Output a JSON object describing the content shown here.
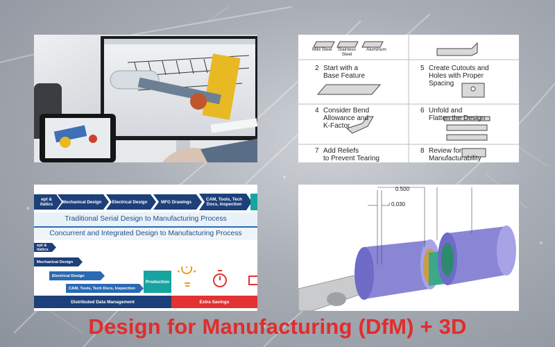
{
  "title": "Design for Manufacturing (DfM) + 3D",
  "dfm_steps": {
    "materials": [
      "Mild Steel",
      "Stainless Steel",
      "Aluminum"
    ],
    "steps": [
      {
        "num": "2",
        "line1": "Start with a",
        "line2": "Base Feature"
      },
      {
        "num": "5",
        "line1": "Create Cutouts and",
        "line2": "Holes with Proper",
        "line3": "Spacing"
      },
      {
        "num": "4",
        "line1": "Consider Bend",
        "line2": "Allowance and",
        "line3": "K-Factor"
      },
      {
        "num": "6",
        "line1": "Unfold and",
        "line2": "Flatten the Design"
      },
      {
        "num": "7",
        "line1": "Add Reliefs",
        "line2": "to Prevent Tearing"
      },
      {
        "num": "8",
        "line1": "Review for",
        "line2": "Manufacturability"
      }
    ]
  },
  "process": {
    "serial_stages": [
      "ept & itatics",
      "Mechanical Design",
      "Electrical Design",
      "MFG Drawings",
      "CAM, Tools, Tech Docs, Inspection"
    ],
    "serial_title": "Traditional Serial Design to Manufacturing Process",
    "concurrent_title": "Concurrent and Integrated Design to Manufacturing Process",
    "concurrent_stages": [
      "ept & itatics",
      "Mechanical Design",
      "Electrical Design",
      "CAM, Tools, Tech Docs, Inspection"
    ],
    "production_label": "Production",
    "distributed_label": "Distributed Data Management",
    "savings_label": "Extra Savings",
    "colors": {
      "navy": "#1d3f7a",
      "blue": "#2b6ab3",
      "teal": "#17a3a0",
      "red": "#e23232",
      "orange": "#f39a1f"
    }
  },
  "cad": {
    "dim_large": "0.500",
    "dim_small": "0.030"
  }
}
